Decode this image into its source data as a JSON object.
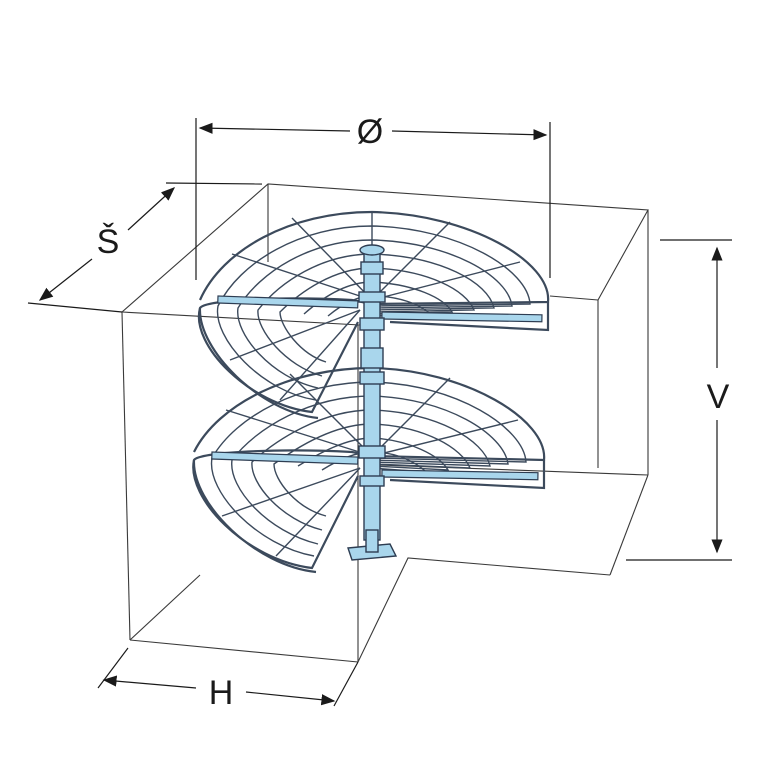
{
  "labels": {
    "diameter": "Ø",
    "depth": "Š",
    "height": "V",
    "width": "H"
  },
  "colors": {
    "accent": "#a9d6ec",
    "wire": "#3c4a5c",
    "line": "#3a3a3a"
  }
}
